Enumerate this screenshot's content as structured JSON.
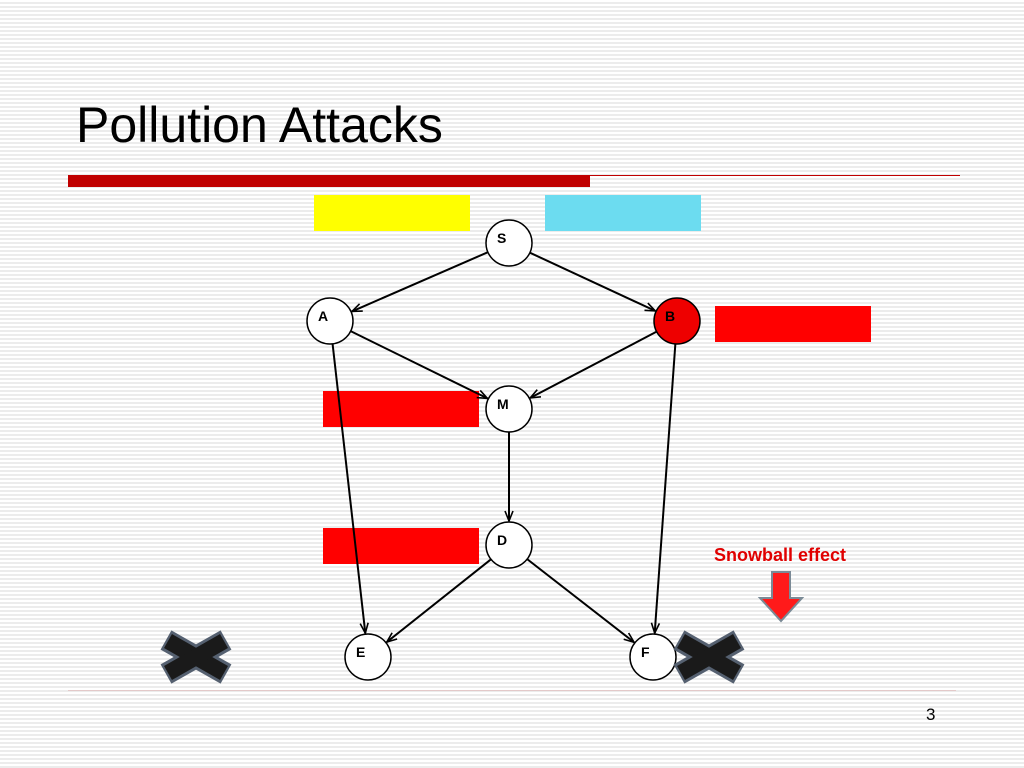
{
  "slide": {
    "title": "Pollution Attacks",
    "page_number": "3"
  },
  "diagram": {
    "nodes": [
      {
        "id": "S",
        "label": "S",
        "polluted": false
      },
      {
        "id": "A",
        "label": "A",
        "polluted": false
      },
      {
        "id": "B",
        "label": "B",
        "polluted": true
      },
      {
        "id": "M",
        "label": "M",
        "polluted": false
      },
      {
        "id": "D",
        "label": "D",
        "polluted": false
      },
      {
        "id": "E",
        "label": "E",
        "polluted": false
      },
      {
        "id": "F",
        "label": "F",
        "polluted": false
      }
    ],
    "edges": [
      {
        "from": "S",
        "to": "A"
      },
      {
        "from": "S",
        "to": "B"
      },
      {
        "from": "A",
        "to": "M"
      },
      {
        "from": "B",
        "to": "M"
      },
      {
        "from": "A",
        "to": "E"
      },
      {
        "from": "B",
        "to": "F"
      },
      {
        "from": "M",
        "to": "D"
      },
      {
        "from": "D",
        "to": "E"
      },
      {
        "from": "D",
        "to": "F"
      }
    ],
    "annotation": "Snowball effect",
    "icons": [
      "x-mark-icon",
      "x-mark-icon",
      "down-arrow-icon"
    ]
  },
  "colors": {
    "accent_bar": "#c00000",
    "yellow_box": "#ffff00",
    "cyan_box": "#6cdcf0",
    "red_box": "#ff0000",
    "polluted_node": "#ee0000",
    "annotation_text": "#e00000",
    "x_mark": "#1a1a1a"
  }
}
